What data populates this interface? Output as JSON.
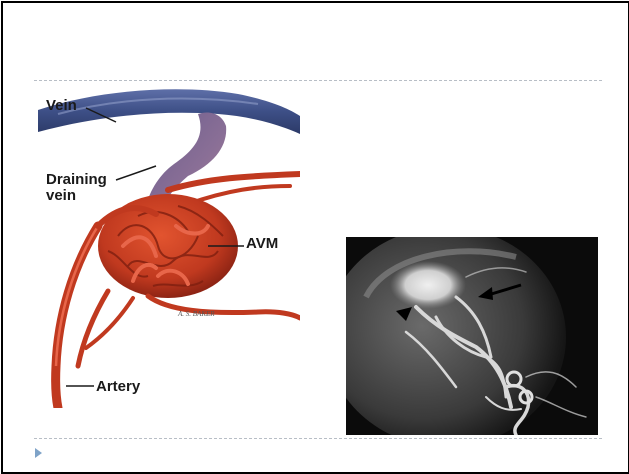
{
  "slide": {
    "illustration": {
      "labels": {
        "vein": "Vein",
        "draining_line1": "Draining",
        "draining_line2": "vein",
        "avm": "AVM",
        "artery": "Artery"
      },
      "signature": "A. S. BAKER"
    },
    "angiogram": {
      "icons": [
        "arrow-icon",
        "arrowhead-icon"
      ]
    },
    "colors": {
      "vein": "#3d4f86",
      "artery": "#c0391f",
      "rule": "#b8bec6",
      "marker": "#7fa3c8"
    }
  }
}
